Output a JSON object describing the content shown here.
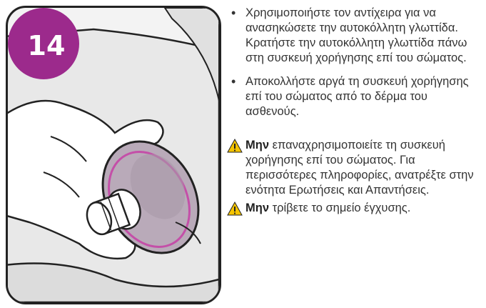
{
  "step": {
    "number": "14"
  },
  "bullets": [
    {
      "text": "Χρησιμοποιήστε τον αντίχειρα για να ανασηκώσετε την αυτοκόλλητη γλωττίδα. Κρατήστε την αυτοκόλλητη γλωττίδα πάνω στη συσκευή χορήγησης επί του σώματος."
    },
    {
      "text": "Αποκολλήστε αργά τη συσκευή χορήγησης επί του σώματος από το δέρμα του ασθενούς."
    }
  ],
  "warnings": [
    {
      "strong": "Μην",
      "text": " επαναχρησιμοποιείτε τη συσκευή χορήγησης επί του σώματος. Για περισσότερες πληροφορίες, ανατρέξτε στην ενότητα Ερωτήσεις και Απαντήσεις."
    },
    {
      "strong": "Μην",
      "text": " τρίβετε το σημείο έγχυσης."
    }
  ],
  "colors": {
    "badge": "#9c2a8c",
    "warning_triangle": "#f5c400",
    "device_body": "#b9aab9",
    "device_accent": "#c44fa8",
    "skin": "#ffffff",
    "outline": "#222222"
  },
  "icons": {
    "warning": "warning-triangle-icon"
  }
}
